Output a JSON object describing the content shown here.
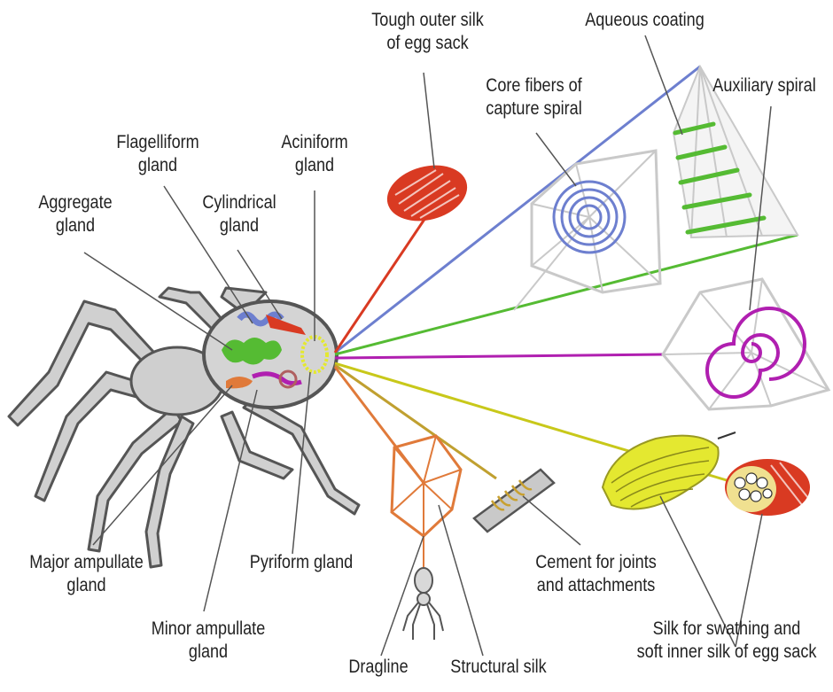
{
  "labels": {
    "tough_outer_silk": [
      "Tough outer silk",
      "of egg sack"
    ],
    "aqueous_coating": [
      "Aqueous coating"
    ],
    "core_fibers": [
      "Core fibers of",
      "capture spiral"
    ],
    "auxiliary_spiral": [
      "Auxiliary spiral"
    ],
    "flagelliform_gland": [
      "Flagelliform",
      "gland"
    ],
    "aciniform_gland": [
      "Aciniform",
      "gland"
    ],
    "aggregate_gland": [
      "Aggregate",
      "gland"
    ],
    "cylindrical_gland": [
      "Cylindrical",
      "gland"
    ],
    "major_ampullate_gland": [
      "Major ampullate",
      "gland"
    ],
    "pyriform_gland": [
      "Pyriform gland"
    ],
    "cement": [
      "Cement for joints",
      "and attachments"
    ],
    "minor_ampullate_gland": [
      "Minor ampullate",
      "gland"
    ],
    "dragline": [
      "Dragline"
    ],
    "structural_silk": [
      "Structural silk"
    ],
    "swathing_silk": [
      "Silk for swathing and",
      "soft inner silk of egg sack"
    ]
  },
  "colors": {
    "blue": "#6d7fcf",
    "green": "#55bb33",
    "purple": "#b01fb0",
    "orange": "#e07a3a",
    "yellow": "#c8c81a",
    "red": "#d93a22",
    "lime": "#e4e830",
    "gray": "#c9c9c9",
    "outline": "#555555"
  }
}
